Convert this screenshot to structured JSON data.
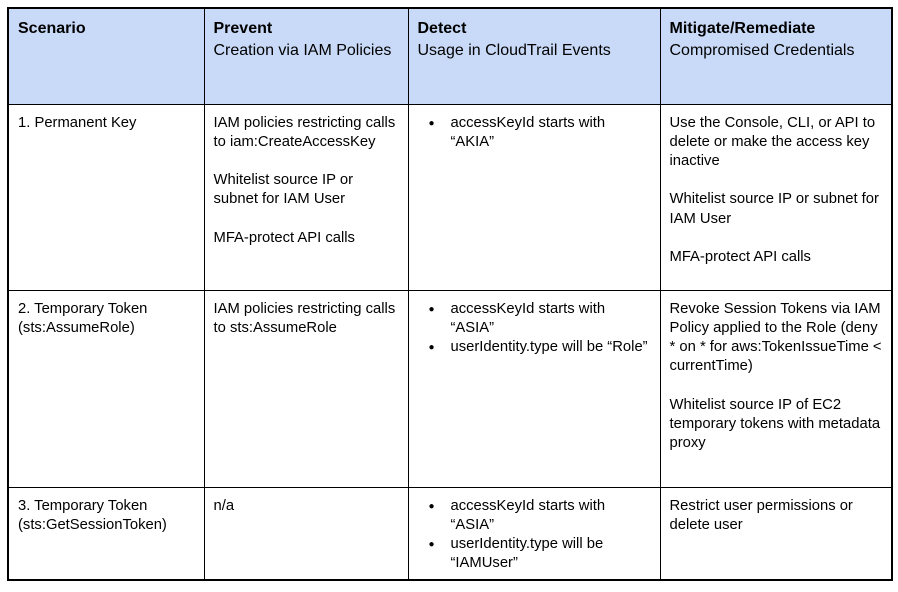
{
  "colors": {
    "header_bg": "#c9daf8",
    "border": "#000000",
    "text": "#000000"
  },
  "table": {
    "headers": [
      {
        "title": "Scenario",
        "subtitle": ""
      },
      {
        "title": "Prevent",
        "subtitle": "Creation via IAM Policies"
      },
      {
        "title": "Detect",
        "subtitle": "Usage in CloudTrail Events"
      },
      {
        "title": "Mitigate/Remediate",
        "subtitle": "Compromised Credentials"
      }
    ],
    "rows": [
      {
        "scenario": "1. Permanent Key",
        "prevent": [
          "IAM policies restricting calls to iam:CreateAccessKey",
          "Whitelist source IP or subnet for IAM User",
          "MFA-protect API calls"
        ],
        "detect": [
          "accessKeyId starts with “AKIA”"
        ],
        "mitigate": [
          "Use the Console, CLI, or API to delete or make the access key inactive",
          "Whitelist source IP or subnet for IAM User",
          "MFA-protect API calls"
        ]
      },
      {
        "scenario": "2. Temporary Token (sts:AssumeRole)",
        "prevent": [
          "IAM policies restricting calls to sts:AssumeRole"
        ],
        "detect": [
          "accessKeyId starts with “ASIA”",
          "userIdentity.type will be “Role”"
        ],
        "mitigate": [
          "Revoke Session Tokens via IAM Policy applied to the Role (deny * on * for aws:TokenIssueTime < currentTime)",
          "Whitelist source IP of EC2 temporary tokens with metadata proxy"
        ]
      },
      {
        "scenario": "3. Temporary Token (sts:GetSessionToken)",
        "prevent": [
          "n/a"
        ],
        "detect": [
          "accessKeyId starts with “ASIA”",
          "userIdentity.type will be “IAMUser”"
        ],
        "mitigate": [
          "Restrict user permissions or delete user"
        ]
      }
    ]
  }
}
